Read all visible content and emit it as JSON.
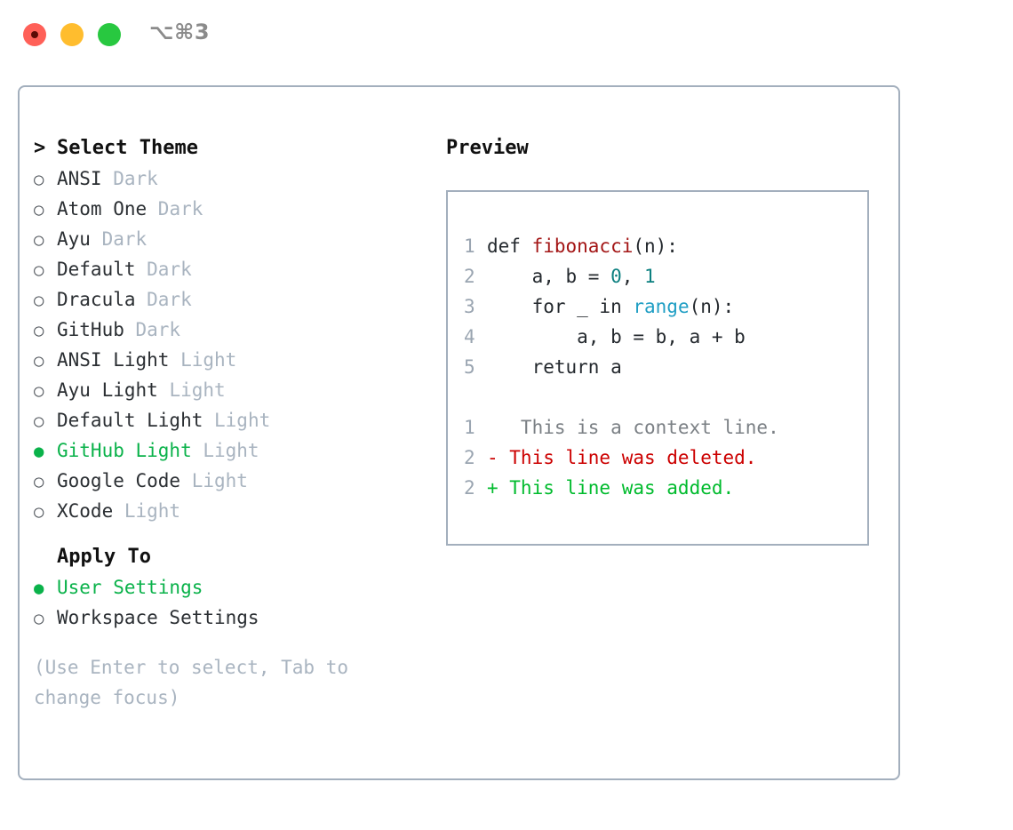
{
  "titlebar": {
    "shortcut": "⌥⌘3",
    "lights": [
      {
        "name": "close",
        "color": "#ff6058"
      },
      {
        "name": "minimize",
        "color": "#ffbd2e"
      },
      {
        "name": "maximize",
        "color": "#28c840"
      }
    ]
  },
  "colors": {
    "accent_green": "#0ab24a",
    "muted": "#a9b4c0",
    "border": "#a3afbd",
    "diff_delete": "#cc0000",
    "diff_add": "#00bb2d",
    "function_name": "#a31515",
    "number": "#0d8080",
    "builtin": "#1f9ec4"
  },
  "theme_section": {
    "caret": ">",
    "heading": "Select Theme",
    "bullet_on": "●",
    "bullet_off": "○",
    "options": [
      {
        "name": "ANSI",
        "suffix": "Dark",
        "selected": false
      },
      {
        "name": "Atom One",
        "suffix": "Dark",
        "selected": false
      },
      {
        "name": "Ayu",
        "suffix": "Dark",
        "selected": false
      },
      {
        "name": "Default",
        "suffix": "Dark",
        "selected": false
      },
      {
        "name": "Dracula",
        "suffix": "Dark",
        "selected": false
      },
      {
        "name": "GitHub",
        "suffix": "Dark",
        "selected": false
      },
      {
        "name": "ANSI Light",
        "suffix": "Light",
        "selected": false
      },
      {
        "name": "Ayu Light",
        "suffix": "Light",
        "selected": false
      },
      {
        "name": "Default Light",
        "suffix": "Light",
        "selected": false
      },
      {
        "name": "GitHub Light",
        "suffix": "Light",
        "selected": true
      },
      {
        "name": "Google Code",
        "suffix": "Light",
        "selected": false
      },
      {
        "name": "XCode",
        "suffix": "Light",
        "selected": false
      }
    ]
  },
  "apply_section": {
    "heading": "Apply To",
    "options": [
      {
        "name": "User Settings",
        "selected": true
      },
      {
        "name": "Workspace Settings",
        "selected": false
      }
    ]
  },
  "hint": "(Use Enter to select, Tab to change focus)",
  "preview": {
    "title": "Preview",
    "code_lines": [
      {
        "no": "1",
        "tokens": [
          {
            "t": "def ",
            "c": "plain"
          },
          {
            "t": "fibonacci",
            "c": "fn"
          },
          {
            "t": "(n):",
            "c": "plain"
          }
        ]
      },
      {
        "no": "2",
        "tokens": [
          {
            "t": "    a, b = ",
            "c": "plain"
          },
          {
            "t": "0",
            "c": "num"
          },
          {
            "t": ", ",
            "c": "plain"
          },
          {
            "t": "1",
            "c": "num"
          }
        ]
      },
      {
        "no": "3",
        "tokens": [
          {
            "t": "    for _ in ",
            "c": "plain"
          },
          {
            "t": "range",
            "c": "builtin"
          },
          {
            "t": "(n):",
            "c": "plain"
          }
        ]
      },
      {
        "no": "4",
        "tokens": [
          {
            "t": "        a, b = b, a + b",
            "c": "plain"
          }
        ]
      },
      {
        "no": "5",
        "tokens": [
          {
            "t": "    return a",
            "c": "plain"
          }
        ]
      }
    ],
    "diff_lines": [
      {
        "no": "1",
        "marker": " ",
        "text": "  This is a context line.",
        "kind": "ctx"
      },
      {
        "no": "2",
        "marker": "-",
        "text": " This line was deleted.",
        "kind": "del"
      },
      {
        "no": "2",
        "marker": "+",
        "text": " This line was added.",
        "kind": "add"
      }
    ]
  }
}
